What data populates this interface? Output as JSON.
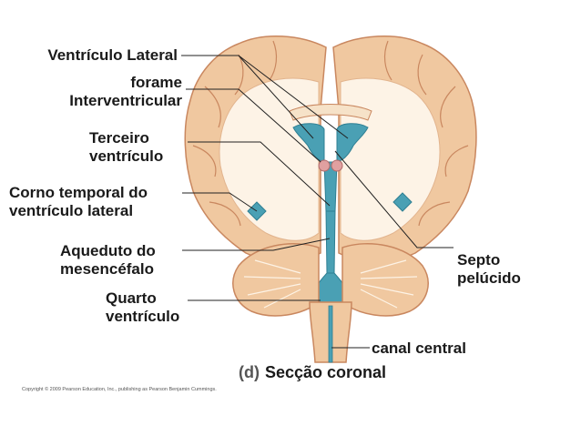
{
  "labels": {
    "ventriculo_lateral": "Ventrículo Lateral",
    "forame_l1": "forame",
    "forame_l2": "Interventricular",
    "terceiro_l1": "Terceiro",
    "terceiro_l2": "ventrículo",
    "corno_l1": "Corno temporal do",
    "corno_l2": "ventrículo lateral",
    "aqueduto_l1": "Aqueduto do",
    "aqueduto_l2": "mesencéfalo",
    "quarto_l1": "Quarto",
    "quarto_l2": "ventrículo",
    "septo_l1": "Septo",
    "septo_l2": "pelúcido",
    "canal_central": "canal central"
  },
  "caption": {
    "tag": "(d)",
    "text": "Secção coronal"
  },
  "copyright": "Copyright © 2009 Pearson Education, Inc., publishing as Pearson Benjamin Cummings.",
  "colors": {
    "cortex": "#f0c8a0",
    "cortex_edge": "#c9875f",
    "white_matter": "#fdf3e6",
    "ventricle": "#4aa0b4",
    "ventricle_dark": "#2f7f93",
    "choroid": "#e0a0a0",
    "leader": "#222222"
  }
}
